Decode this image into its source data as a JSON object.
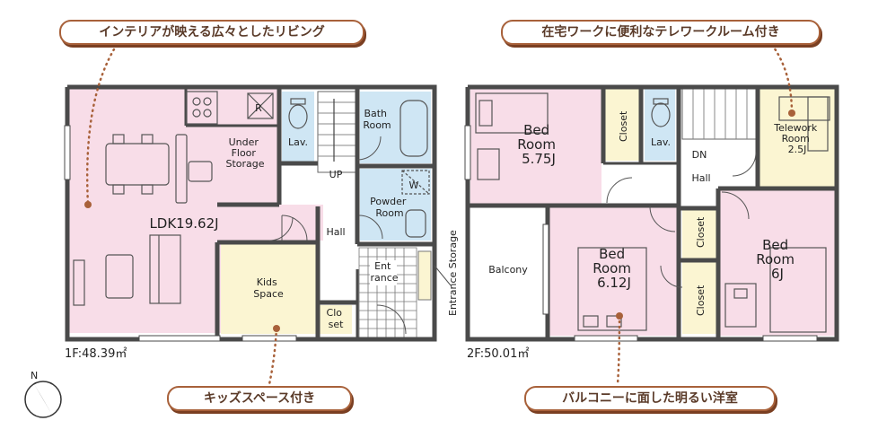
{
  "callouts": {
    "ldk_feature": "インテリアが映える広々としたリビング",
    "telework_feature": "在宅ワークに便利なテレワークルーム付き",
    "kids_feature": "キッズスペース付き",
    "balcony_room_feature": "バルコニーに面した明るい洋室"
  },
  "floor1": {
    "area_label": "1F:48.39㎡",
    "rooms": {
      "ldk": "LDK19.62J",
      "under_floor_storage": [
        "Under",
        "Floor",
        "Storage"
      ],
      "lav": "Lav.",
      "bath": [
        "Bath",
        "Room"
      ],
      "powder": [
        "Powder",
        "Room"
      ],
      "washer": "W",
      "up": "UP",
      "hall": "Hall",
      "kids": [
        "Kids",
        "Space"
      ],
      "entrance": [
        "Ent",
        "rance"
      ],
      "closet": [
        "Clo",
        "set"
      ],
      "fridge": "R"
    }
  },
  "floor2": {
    "area_label": "2F:50.01㎡",
    "rooms": {
      "bed1": [
        "Bed",
        "Room",
        "5.75J"
      ],
      "closet_a": "Closet",
      "lav": "Lav.",
      "dn": "DN",
      "hall": "Hall",
      "telework": [
        "Telework",
        "Room",
        "2.5J"
      ],
      "balcony": "Balcony",
      "bed2": [
        "Bed",
        "Room",
        "6.12J"
      ],
      "closet_b": "Closet",
      "closet_c": "Closet",
      "bed3": [
        "Bed",
        "Room",
        "6J"
      ]
    }
  },
  "entrance_storage": "Entrance Storage",
  "compass": "N",
  "colors": {
    "pink": "#f8dde8",
    "blue": "#cfe6f4",
    "yellow": "#fbf5d2",
    "wall": "#4a4a4a",
    "accent": "#a8613a"
  }
}
